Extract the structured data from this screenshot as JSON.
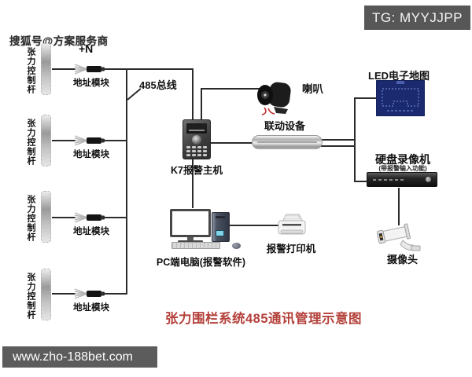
{
  "header": {
    "tg_badge": "TG: MYYJJPP",
    "watermark": "搜狐号@方案服务商"
  },
  "footer": {
    "website": "www.zho-188bet.com"
  },
  "diagram": {
    "title": "张力围栏系统485通讯管理示意图",
    "plus_n": "+N",
    "bus_label": "485总线",
    "poles": [
      {
        "pole_label": "张力控制杆",
        "module_label": "地址模块"
      },
      {
        "pole_label": "张力控制杆",
        "module_label": "地址模块"
      },
      {
        "pole_label": "张力控制杆",
        "module_label": "地址模块"
      },
      {
        "pole_label": "张力控制杆",
        "module_label": "地址模块"
      }
    ],
    "devices": {
      "alarm_host": "K7报警主机",
      "horn": "喇叭",
      "linkage": "联动设备",
      "led_map": "LED电子地图",
      "dvr": "硬盘录像机",
      "dvr_note": "(带报警输入功能)",
      "camera": "摄像头",
      "pc": "PC端电脑(报警软件)",
      "printer": "报警打印机"
    },
    "colors": {
      "title_red": "#b4403a",
      "badge_gray": "#575757",
      "wire": "#2b2b2b",
      "led_screen": "#1b2a6e"
    }
  }
}
